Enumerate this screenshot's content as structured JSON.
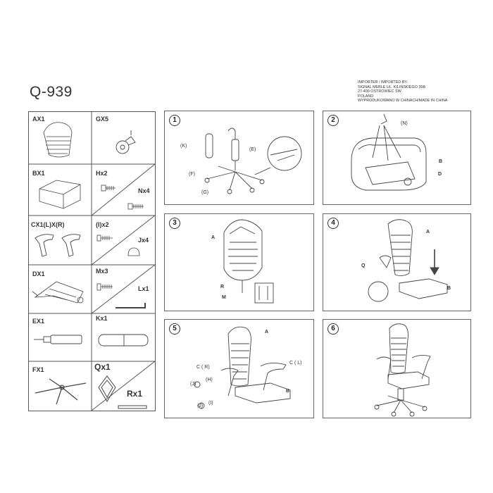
{
  "header": {
    "title": "Q-939",
    "importer_lines": [
      "IMPORTER / IMPORTED BY:",
      "SIGNAL MEBLE  UL. KILIŃSKIEGO 35B",
      "27-400 OSTROWIEC ŚW.",
      "POLAND",
      "WYPRODUKOWANO W CHINACH/MADE IN CHINA"
    ]
  },
  "parts": {
    "ax1": "AX1",
    "gx5": "GX5",
    "bx1": "BX1",
    "hx2": "Hx2",
    "nx4": "Nx4",
    "cx1": "CX1(L)X(R)",
    "ix2": "(I)x2",
    "jx4": "Jx4",
    "dx1": "DX1",
    "mx3": "Mx3",
    "lx1": "Lx1",
    "ex1": "EX1",
    "kx1": "Kx1",
    "fx1": "FX1",
    "qx1": "Qx1",
    "rx1": "Rx1"
  },
  "steps": {
    "s1": {
      "num": "1",
      "k": "(K)",
      "e": "(E)",
      "f": "(F)",
      "g": "(G)"
    },
    "s2": {
      "num": "2",
      "n": "(N)",
      "b": "B",
      "d": "D"
    },
    "s3": {
      "num": "3",
      "a": "A",
      "r": "R",
      "m": "M"
    },
    "s4": {
      "num": "4",
      "a": "A",
      "q": "Q",
      "b": "B"
    },
    "s5": {
      "num": "5",
      "a": "A",
      "cr": "C ( R)",
      "cl": "C ( L)",
      "h": "(H)",
      "j1": "(J)",
      "j2": "(J)",
      "i": "(I)",
      "b": "B"
    },
    "s6": {
      "num": "6"
    }
  }
}
